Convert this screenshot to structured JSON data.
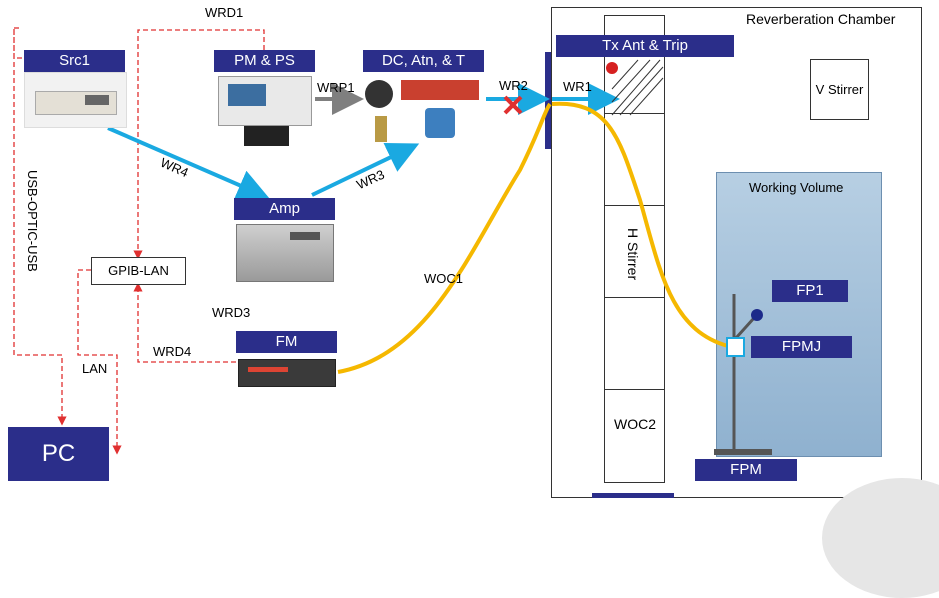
{
  "chamber": {
    "title": "Reverberation Chamber",
    "working_volume": "Working Volume",
    "v_stirrer": "V Stirrer",
    "h_stirrer": "H Stirrer",
    "woc2": "WOC2"
  },
  "boxes": {
    "src1": "Src1",
    "pm_ps": "PM & PS",
    "dc_atn_t": "DC, Atn, & T",
    "tx_ant": "Tx Ant & Trip",
    "amp": "Amp",
    "fm": "FM",
    "fp1": "FP1",
    "fpmj": "FPMJ",
    "fpm": "FPM",
    "pc": "PC",
    "gpib_lan": "GPIB-LAN"
  },
  "links": {
    "wrd1": "WRD1",
    "wrp1": "WRP1",
    "wr2": "WR2",
    "wr1": "WR1",
    "wr4": "WR4",
    "wr3": "WR3",
    "woc1": "WOC1",
    "wrd3": "WRD3",
    "wrd4": "WRD4",
    "lan": "LAN",
    "usb_optic": "USB-OPTIC-USB"
  },
  "colors": {
    "label_box": "#2b2e8a",
    "rf_cable": "#1aa9e1",
    "optic_cable": "#f5b800",
    "data_cable": "#e03030",
    "power_cable": "#7f7f7f",
    "working_volume": "#9fbcd8"
  }
}
